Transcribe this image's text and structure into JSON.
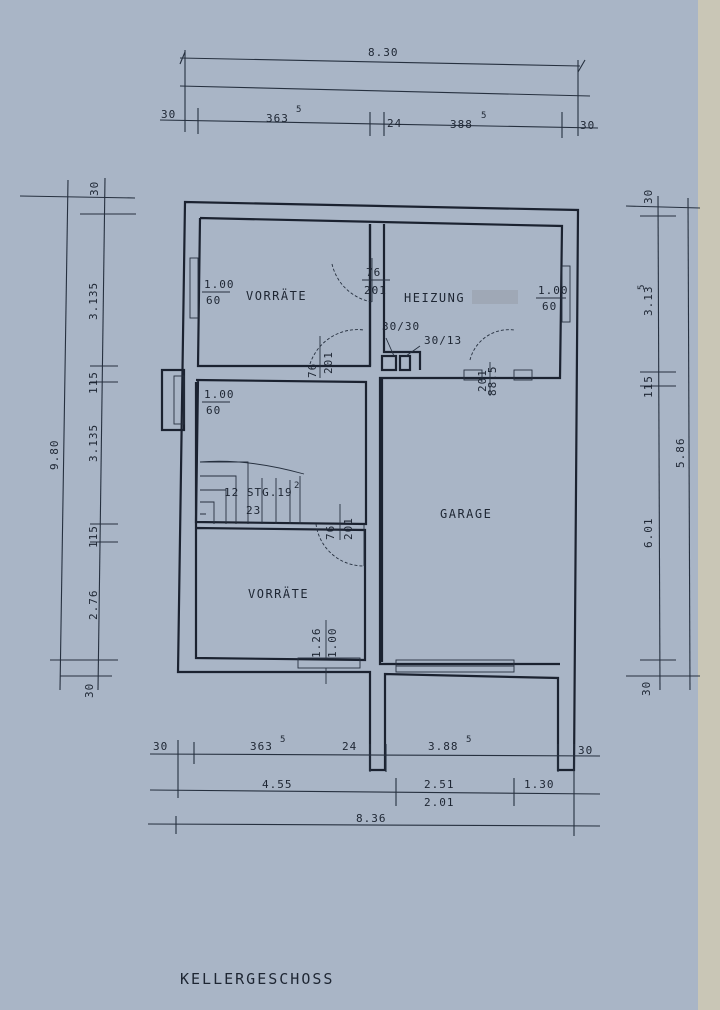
{
  "title": "KELLERGESCHOSS",
  "rooms": {
    "vorraete_top": "VORRÄTE",
    "heizung": "HEIZUNG",
    "garage": "GARAGE",
    "vorraete_bottom": "VORRÄTE"
  },
  "stair": {
    "label": "12 STG.19",
    "sup": "2",
    "run": "23"
  },
  "openings": {
    "win_left_top": {
      "w": "1.00",
      "h": "60"
    },
    "win_left_mid": {
      "w": "1.00",
      "h": "60"
    },
    "win_right_top": {
      "w": "1.00",
      "h": "60"
    },
    "door_heizung": {
      "w": "76",
      "h": "201"
    },
    "door_vorraete": {
      "w": "76",
      "h": "201"
    },
    "door_garage": {
      "w": "88.5",
      "h": "201"
    },
    "door_vorraete2": {
      "w": "76",
      "h": "201"
    },
    "win_bottom": {
      "w": "1.26",
      "h": "1.00"
    }
  },
  "shafts": {
    "a": "30/30",
    "b": "30/13"
  },
  "dims_top": {
    "total": "8.30",
    "segments": [
      "30",
      "363",
      "24",
      "388",
      "30"
    ],
    "sup5": "5"
  },
  "dims_bottom": {
    "segments": [
      "30",
      "363",
      "24",
      "3.88",
      "30"
    ],
    "sup5": "5",
    "row2": [
      "4.55",
      "2.51",
      "1.30"
    ],
    "row2b": "2.01",
    "total": "8.36"
  },
  "dims_left": {
    "total": "9.80",
    "segments": [
      "30",
      "3.135",
      "115",
      "3.135",
      "115",
      "2.76",
      "30"
    ]
  },
  "dims_right": {
    "total": "5.86",
    "segments": [
      "30",
      "3.13",
      "115",
      "6.01",
      "30"
    ],
    "sup5": "5"
  },
  "colors": {
    "paper": "#a9b5c6",
    "ink": "#1e2633",
    "mask": "#9fa8b6"
  }
}
